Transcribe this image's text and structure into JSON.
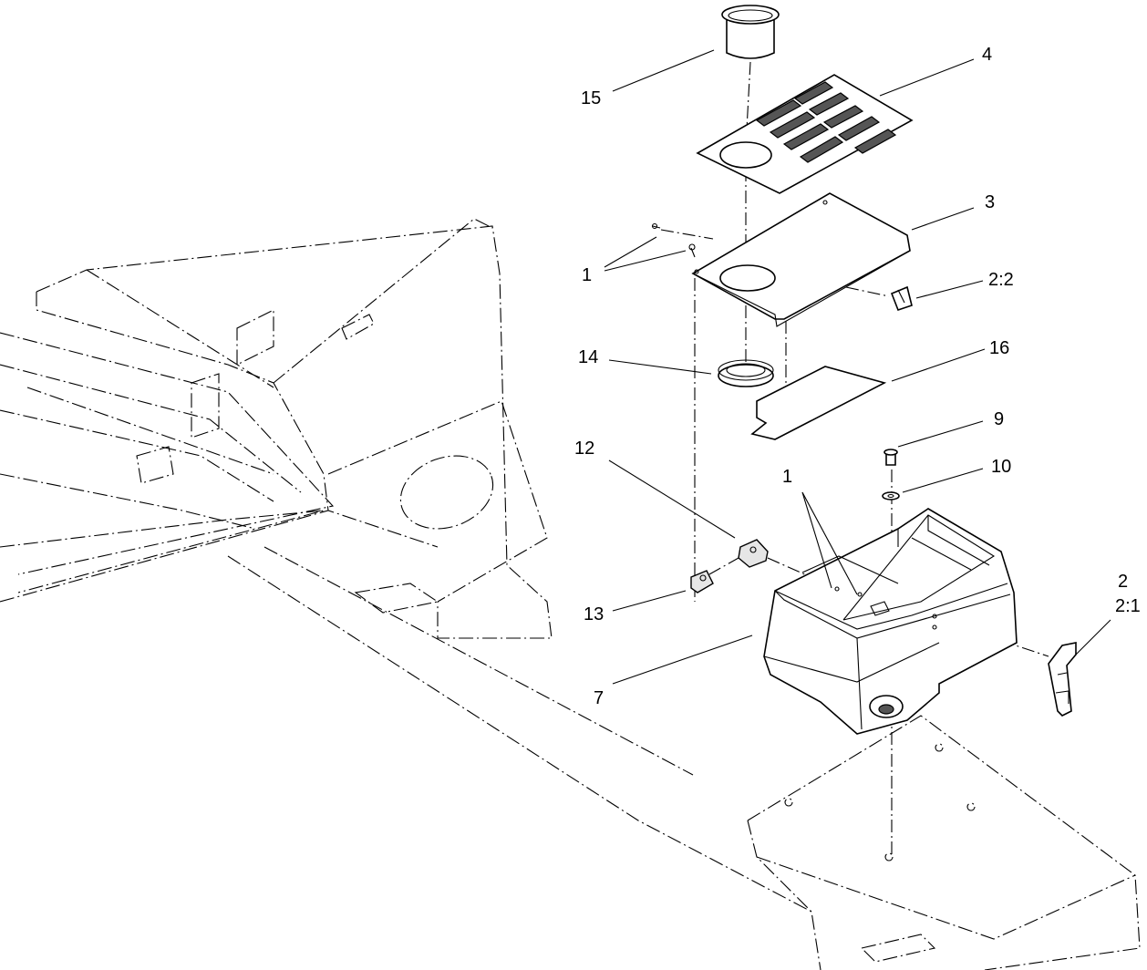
{
  "callouts": {
    "c15": "15",
    "c4": "4",
    "c3": "3",
    "c1a": "1",
    "c22": "2:2",
    "c14": "14",
    "c16": "16",
    "c9": "9",
    "c12": "12",
    "c10": "10",
    "c1b": "1",
    "c2": "2",
    "c21": "2:1",
    "c13": "13",
    "c7": "7"
  }
}
